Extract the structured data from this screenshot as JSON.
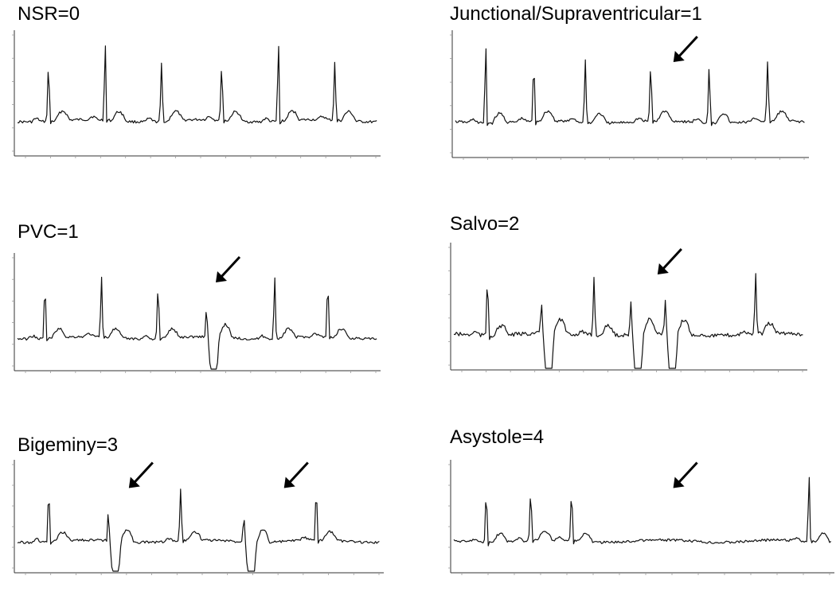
{
  "colors": {
    "trace": "#111111",
    "axis": "#333333",
    "background": "#ffffff"
  },
  "chart_data": [
    {
      "type": "line",
      "id": "nsr",
      "label": "NSR=0",
      "beats": [
        0.08,
        0.24,
        0.4,
        0.57,
        0.73,
        0.89
      ],
      "abnormal": [],
      "arrows": []
    },
    {
      "type": "line",
      "id": "junc",
      "label": "Junctional/Supraventricular=1",
      "beats": [
        0.08,
        0.22,
        0.37,
        0.56,
        0.73,
        0.9
      ],
      "abnormal": [],
      "arrows": [
        0.62
      ]
    },
    {
      "type": "line",
      "id": "pvc",
      "label": "PVC=1",
      "beats": [
        0.07,
        0.23,
        0.39,
        0.53,
        0.72,
        0.87
      ],
      "abnormal": [
        3
      ],
      "arrows": [
        0.55
      ]
    },
    {
      "type": "line",
      "id": "salvo",
      "label": "Salvo=2",
      "beats": [
        0.09,
        0.25,
        0.4,
        0.51,
        0.61,
        0.87
      ],
      "abnormal": [
        1,
        3,
        4
      ],
      "arrows": [
        0.58
      ]
    },
    {
      "type": "line",
      "id": "bigem",
      "label": "Bigeminy=3",
      "beats": [
        0.08,
        0.25,
        0.45,
        0.63,
        0.83
      ],
      "abnormal": [
        1,
        3
      ],
      "arrows": [
        0.31,
        0.73
      ]
    },
    {
      "type": "line",
      "id": "asys",
      "label": "Asystole=4",
      "beats": [
        0.08,
        0.2,
        0.31,
        0.95
      ],
      "abnormal": [],
      "arrows": [
        0.58
      ]
    }
  ]
}
